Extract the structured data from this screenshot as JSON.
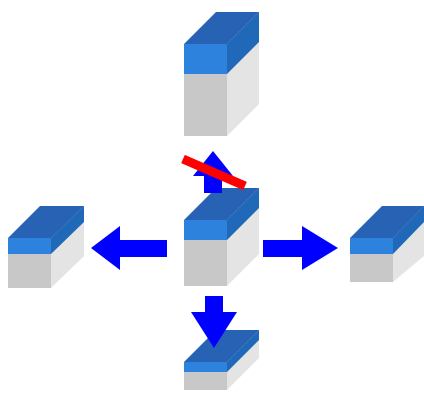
{
  "colors": {
    "block_top": "#2862b4",
    "block_front_upper": "#2c82dc",
    "block_side_upper": "#2068b8",
    "block_front_lower": "#c8c8c8",
    "block_side_lower": "#e4e4e4",
    "arrow": "#0000ff",
    "blocked_marker": "#ff0000"
  },
  "blocks": [
    {
      "id": "center",
      "role": "source"
    },
    {
      "id": "up",
      "role": "target"
    },
    {
      "id": "left",
      "role": "target"
    },
    {
      "id": "right",
      "role": "target"
    },
    {
      "id": "down",
      "role": "target"
    }
  ],
  "arrows": [
    {
      "direction": "up",
      "blocked": true
    },
    {
      "direction": "left",
      "blocked": false
    },
    {
      "direction": "right",
      "blocked": false
    },
    {
      "direction": "down",
      "blocked": false
    }
  ]
}
